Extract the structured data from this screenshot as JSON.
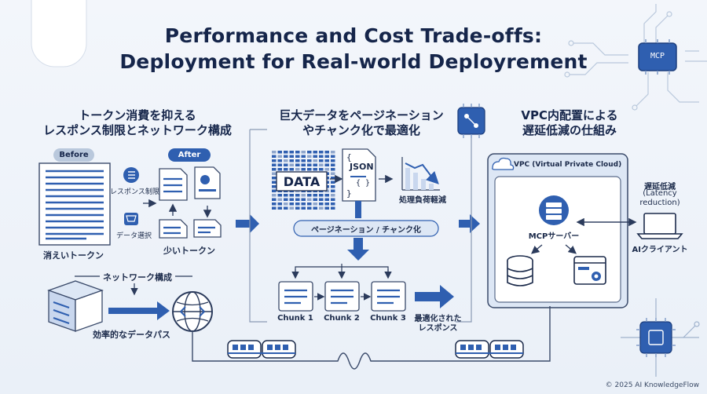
{
  "title": {
    "line1": "Performance and Cost   Trade-offs:",
    "line2": "Deployment for Real-world Deployrement"
  },
  "mcp_chip": "MCP",
  "left_panel": {
    "heading_line1": "トークン消費を抑える",
    "heading_line2": "レスポンス制限とネットワーク構成",
    "before_label": "Before",
    "after_label": "After",
    "response_limit_label": "レスポンス制限",
    "data_select_label": "データ選択",
    "waste_tokens_label": "消えいトークン",
    "few_tokens_label": "少いトークン",
    "network_label": "ネットワーク構成",
    "efficient_path_label": "効率的なデータパス"
  },
  "middle_panel": {
    "heading_line1": "巨大データをページネーション",
    "heading_line2": "やチャンク化で最適化",
    "data_label": "DATA",
    "json_label": "JSON",
    "json_open": "{",
    "json_close": "}",
    "json_inner": "{ }",
    "load_reduce_label": "処理負荷軽減",
    "pagination_label": "ページネーション / チャンク化",
    "chunks": [
      "Chunk 1",
      "Chunk 2",
      "Chunk 3"
    ],
    "optimized_line1": "最適化された",
    "optimized_line2": "レスポンス"
  },
  "right_panel": {
    "heading_line1": "VPC内配置による",
    "heading_line2": "遅延低減の仕組み",
    "vpc_label": "VPC (Virtual Private Cloud)",
    "latency_line1": "遅延低減",
    "latency_line2": "(Latency",
    "latency_line3": "reduction)",
    "mcp_server_label": "MCPサーバー",
    "ai_client_label": "AIクライアント"
  },
  "footer": "© 2025 AI KnowledgeFlow",
  "colors": {
    "navy": "#15254a",
    "accent": "#2f5fb0",
    "light": "#dde7f5"
  }
}
